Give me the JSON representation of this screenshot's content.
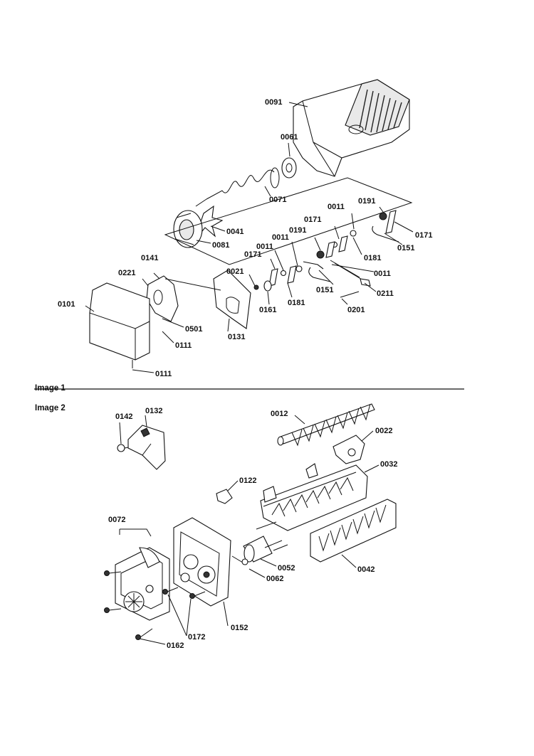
{
  "sections": [
    {
      "id": "image-1",
      "label": "Image 1"
    },
    {
      "id": "image-2",
      "label": "Image 2"
    }
  ],
  "image1_parts": {
    "p0091": "0091",
    "p0061": "0061",
    "p0071": "0071",
    "p0041": "0041",
    "p0081": "0081",
    "p0011a": "0011",
    "p0191a": "0191",
    "p0171a": "0171",
    "p0171b": "0171",
    "p0181a": "0181",
    "p0151a": "0151",
    "p0191b": "0191",
    "p0011b": "0011",
    "p0011c": "0011",
    "p0171c": "0171",
    "p0141": "0141",
    "p0221": "0221",
    "p0021": "0021",
    "p0011d": "0011",
    "p0151b": "0151",
    "p0211": "0211",
    "p0101": "0101",
    "p0161": "0161",
    "p0181b": "0181",
    "p0201": "0201",
    "p0501": "0501",
    "p0131": "0131",
    "p0111a": "0111",
    "p0111b": "0111"
  },
  "image2_parts": {
    "p0142": "0142",
    "p0132": "0132",
    "p0012": "0012",
    "p0022": "0022",
    "p0032": "0032",
    "p0122": "0122",
    "p0072": "0072",
    "p0052": "0052",
    "p0062": "0062",
    "p0042": "0042",
    "p0152": "0152",
    "p0172": "0172",
    "p0162": "0162"
  }
}
